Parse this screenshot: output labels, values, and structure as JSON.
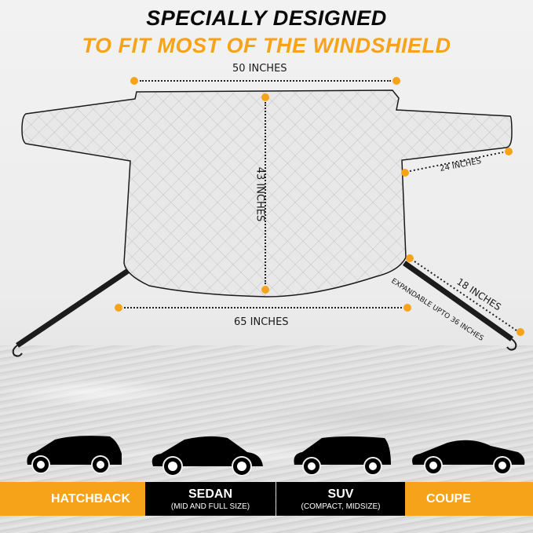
{
  "headline": {
    "line1": "SPECIALLY DESIGNED",
    "line2": "TO FIT MOST OF THE WINDSHIELD"
  },
  "dimensions": {
    "top_width": "50 INCHES",
    "height": "43 INCHES",
    "bottom_width": "65 INCHES",
    "ear_length": "24 INCHES",
    "strap_length": "18 INCHES",
    "strap_expandable": "EXPANDABLE UPTO 36 INCHES"
  },
  "vehicle_types": [
    {
      "label": "HATCHBACK",
      "sub": "",
      "bg": "#f6a31a"
    },
    {
      "label": "SEDAN",
      "sub": "(MID AND FULL SIZE)",
      "bg": "#000000"
    },
    {
      "label": "SUV",
      "sub": "(COMPACT, MIDSIZE)",
      "bg": "#000000"
    },
    {
      "label": "COUPE",
      "sub": "",
      "bg": "#f6a31a"
    }
  ],
  "colors": {
    "accent": "#f6a31a",
    "dark": "#000000"
  }
}
